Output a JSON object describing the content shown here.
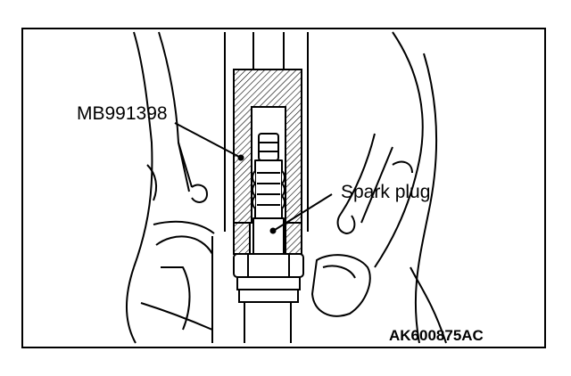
{
  "labels": {
    "tool": "MB991398",
    "part": "Spark plug",
    "figure_code": "AK600875AC"
  },
  "colors": {
    "line": "#000000",
    "background": "#ffffff",
    "hatch": "#000000"
  }
}
